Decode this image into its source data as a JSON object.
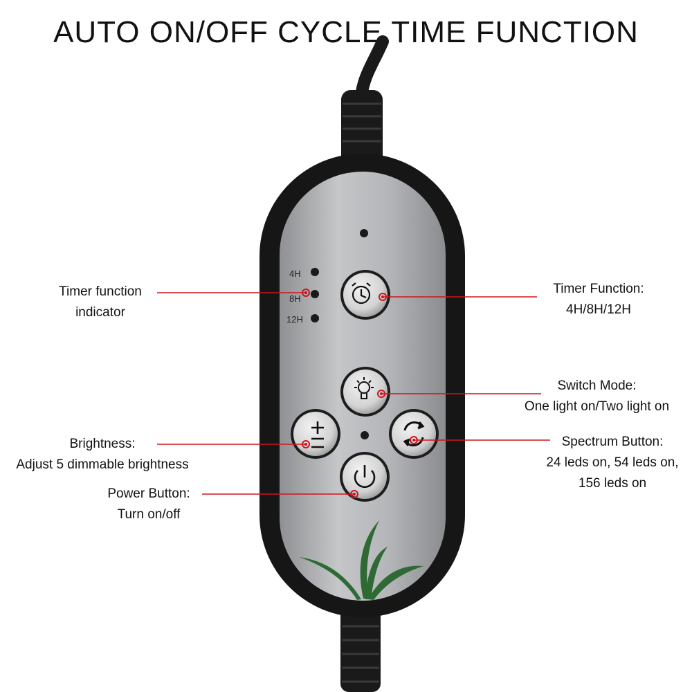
{
  "title": "AUTO ON/OFF CYCLE TIME FUNCTION",
  "timer_indicator_levels": [
    "4H",
    "8H",
    "12H"
  ],
  "callouts": {
    "timer_indicator": {
      "line1": "Timer function",
      "line2": "indicator"
    },
    "timer_function": {
      "line1": "Timer Function:",
      "line2": "4H/8H/12H"
    },
    "switch_mode": {
      "line1": "Switch Mode:",
      "line2": "One light on/Two light on"
    },
    "brightness": {
      "line1": "Brightness:",
      "line2": "Adjust 5 dimmable brightness"
    },
    "spectrum": {
      "line1": "Spectrum Button:",
      "line2": "24 leds on, 54 leds on,",
      "line3": "156 leds on"
    },
    "power": {
      "line1": "Power Button:",
      "line2": "Turn on/off"
    }
  },
  "colors": {
    "callout_line": "#d0141c",
    "remote_face": "#a9abae",
    "remote_shell": "#1a1a1a",
    "button": "#d8d8d8",
    "leaf": "#2f6a35"
  },
  "icons": {
    "timer_button": "alarm-clock-icon",
    "mode_button": "light-bulb-icon",
    "brightness_button": "plus-minus-icon",
    "spectrum_button": "refresh-arrows-icon",
    "power_button": "power-icon",
    "decoration": "grass-leaf-icon"
  }
}
